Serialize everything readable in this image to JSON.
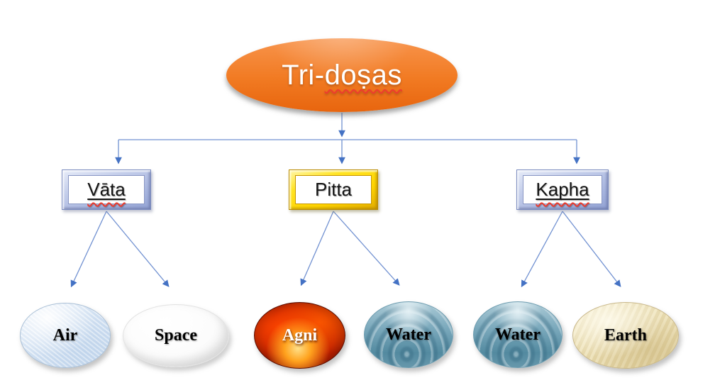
{
  "diagram": {
    "type": "tree-hierarchy",
    "background": "#FFFFFF",
    "root": {
      "label": "Tri-doṣas",
      "label_prefix": "Tri-",
      "label_misspelled_part": "doṣas",
      "shape": "ellipse",
      "fill_top": "#F8944C",
      "fill_bottom": "#E8650E",
      "text_color": "#FFFFFF"
    },
    "level1": [
      {
        "label": "Vāta",
        "shape": "framed-box",
        "frame_style": "blue-bevel",
        "underlined": true,
        "spellcheck_squiggle": true
      },
      {
        "label": "Pitta",
        "shape": "framed-box",
        "frame_style": "gold-bevel",
        "underlined": false,
        "spellcheck_squiggle": false
      },
      {
        "label": "Kapha",
        "shape": "framed-box",
        "frame_style": "blue-bevel",
        "underlined": true,
        "spellcheck_squiggle": true
      }
    ],
    "level2": [
      {
        "label": "Air",
        "texture": "pale-blue-fibre",
        "text_color": "#000000"
      },
      {
        "label": "Space",
        "texture": "white-glossy",
        "text_color": "#000000"
      },
      {
        "label": "Agni",
        "texture": "fire",
        "text_color": "#FFFFFF"
      },
      {
        "label": "Water",
        "texture": "water-ripples",
        "text_color": "#000000"
      },
      {
        "label": "Water",
        "texture": "water-ripples",
        "text_color": "#000000"
      },
      {
        "label": "Earth",
        "texture": "parchment-tan",
        "text_color": "#000000"
      }
    ],
    "edges": [
      {
        "from": "Tri-doṣas",
        "to": "Vāta"
      },
      {
        "from": "Tri-doṣas",
        "to": "Pitta"
      },
      {
        "from": "Tri-doṣas",
        "to": "Kapha"
      },
      {
        "from": "Vāta",
        "to": "Air"
      },
      {
        "from": "Vāta",
        "to": "Space"
      },
      {
        "from": "Pitta",
        "to": "Agni"
      },
      {
        "from": "Pitta",
        "to": "Water"
      },
      {
        "from": "Kapha",
        "to": "Water"
      },
      {
        "from": "Kapha",
        "to": "Earth"
      }
    ],
    "colors": {
      "connector_line": "#7191D1",
      "arrowhead": "#4472C4",
      "squiggle_red": "#ED3B2E",
      "frame_blue": "#B3BFE3",
      "frame_gold": "#FFD400"
    }
  }
}
